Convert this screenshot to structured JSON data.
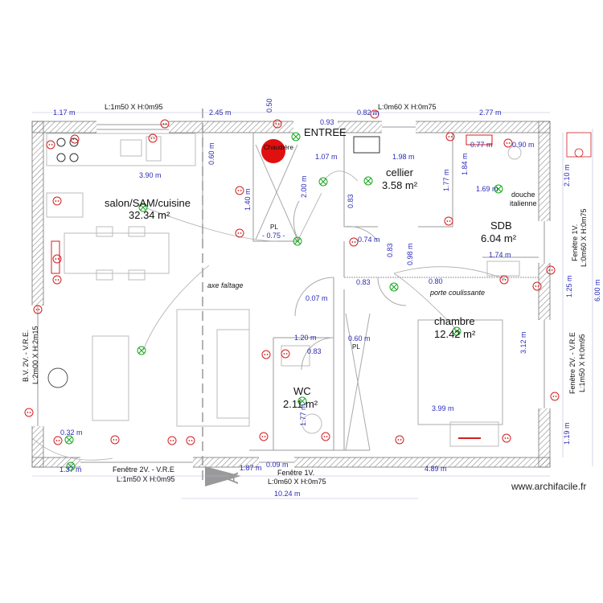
{
  "watermark": "www.archifacile.fr",
  "colors": {
    "wall": "#808080",
    "dimension": "#2b2bb8",
    "socket": "#d31f1f",
    "light": "#17a81f",
    "boiler": "#e01010"
  },
  "rooms": {
    "salon": {
      "name": "salon/SAM/cuisine",
      "area": "32.34 m²"
    },
    "cellier": {
      "name": "cellier",
      "area": "3.58 m²"
    },
    "sdb": {
      "name": "SDB",
      "area": "6.04 m²"
    },
    "chambre": {
      "name": "chambre",
      "area": "12.42 m²"
    },
    "wc": {
      "name": "WC",
      "area": "2.11 m²"
    },
    "entree": {
      "name": "ENTREE"
    }
  },
  "labels": {
    "axe": "axe faîtage",
    "porte": "porte coulissante",
    "douche": "douche",
    "italienne": "italienne",
    "pl1": "PL",
    "pl2": "PL",
    "chaudiere": "Chaudière",
    "arrow": "A"
  },
  "windows": {
    "top_left": "L:1m50 X H:0m95",
    "top_mid": "L:0m60 X H:0m75",
    "bottom_left_1": "Fenêtre 2V. - V.R.E",
    "bottom_left_2": "L:1m50 X H:0m95",
    "bottom_wc_1": "Fenêtre 1V.",
    "bottom_wc_2": "L:0m60 X H:0m75",
    "left_1": "B.V. 2V. - V.R.E.",
    "left_2": "L:2m00 X H:2m15",
    "right_sdb_1": "Fenêtre 1V.",
    "right_sdb_2": "L:0m60 X H:0m75",
    "right_ch_1": "Fenêtre 2V. - V.R.E",
    "right_ch_2": "L:1m50 X H:0m95"
  },
  "dimensions": {
    "d117": "1.17 m",
    "d245": "2.45 m",
    "d050": "0.50",
    "d093": "0.93",
    "d082": "0.82 m",
    "d277": "2.77 m",
    "d390": "3.90 m",
    "d060": "0.60 m",
    "d107": "1.07 m",
    "d198": "1.98 m",
    "d077": "0.77 m",
    "d090": "0.90 m",
    "d184": "1.84 m",
    "d210": "2.10 m",
    "d140": "1.40 m",
    "d200": "2.00 m",
    "d083a": "0.83",
    "d177a": "1.77 m",
    "d169": "1.69 m",
    "d075": "- 0.75 -",
    "d074": "0.74 m",
    "d083b": "0.83",
    "d098": "0.98 m",
    "d174": "1.74 m",
    "d083c": "0.83",
    "d080": "0.80",
    "d125": "1.25 m",
    "d600": "6.00 m",
    "d007": "0.07 m",
    "d060b": "0.60 m",
    "d083d": "0.83",
    "d120": "1.20 m",
    "d312": "3.12 m",
    "d177b": "1.77 m",
    "d399": "3.99 m",
    "d119": "1.19 m",
    "d032": "0.32 m",
    "d137": "1.37 m",
    "d187": "1.87 m",
    "d009": "0.09 m",
    "d489": "4.89 m",
    "d1024": "10.24 m"
  }
}
